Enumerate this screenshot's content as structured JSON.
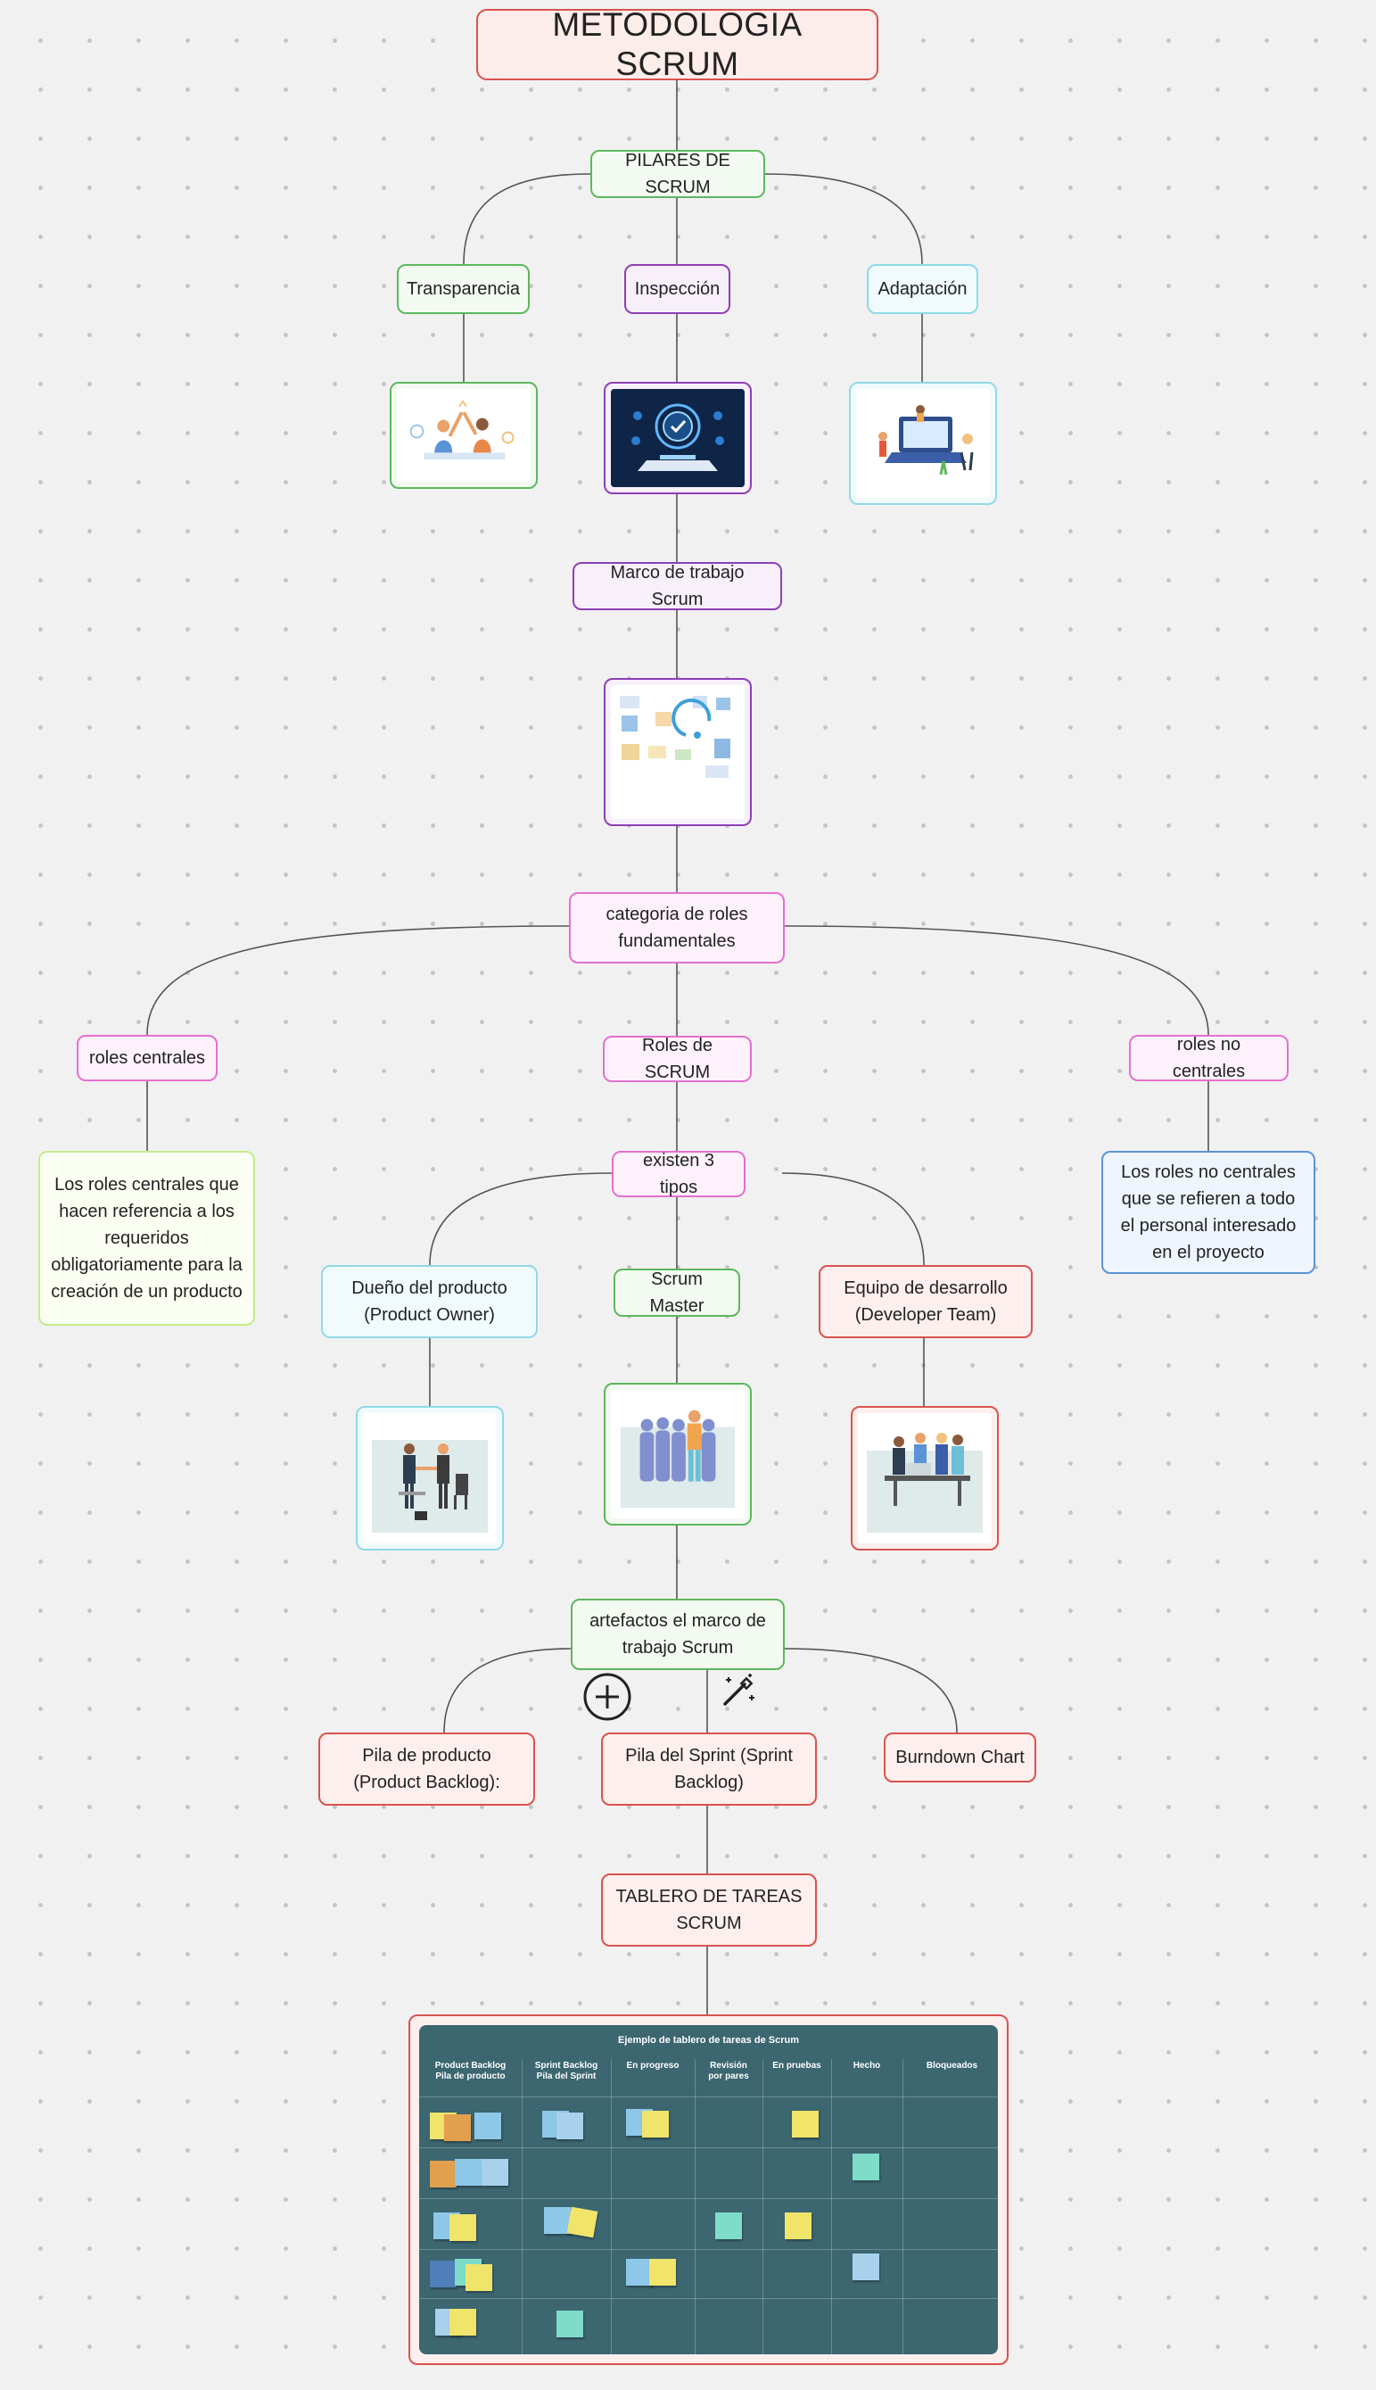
{
  "title": "METODOLOGIA SCRUM",
  "pilares": {
    "label": "PILARES DE SCRUM",
    "items": [
      "Transparencia",
      "Inspección",
      "Adaptación"
    ]
  },
  "marco": "Marco de trabajo Scrum",
  "categoria": "categoria de roles fundamentales",
  "roles_centrales": {
    "label": "roles centrales",
    "description": "Los roles centrales que hacen referencia a los requeridos obligatoriamente para la creación de un producto"
  },
  "roles_scrum": "Roles de SCRUM",
  "roles_no_centrales": {
    "label": "roles no centrales",
    "description": "Los roles no centrales que se refieren a todo el personal interesado en el proyecto"
  },
  "tipos": {
    "label": "existen 3 tipos",
    "items": [
      "Dueño del producto (Product Owner)",
      "Scrum Master",
      "Equipo de desarrollo (Developer Team)"
    ]
  },
  "artefactos": {
    "label": "artefactos  el marco de trabajo Scrum",
    "items": [
      "Pila de producto (Product Backlog):",
      "Pila del Sprint (Sprint Backlog)",
      "Burndown Chart"
    ]
  },
  "tablero": "TABLERO DE TAREAS SCRUM",
  "board": {
    "title": "Ejemplo de tablero de tareas de Scrum",
    "columns": [
      "Product Backlog\nPila de producto",
      "Sprint Backlog\nPila del Sprint",
      "En progreso",
      "Revisión\npor pares",
      "En pruebas",
      "Hecho",
      "Bloqueados"
    ]
  },
  "icons": [
    "add-circle-icon",
    "magic-wand-icon"
  ],
  "colors": {
    "green": "#5cb85c",
    "purple": "#8e3fb5",
    "cyan": "#8fd9e6",
    "pink": "#e56fd0",
    "lime": "#c4ec8a",
    "blue": "#5b93d6",
    "red": "#d9534f",
    "board": "#3c6670"
  }
}
